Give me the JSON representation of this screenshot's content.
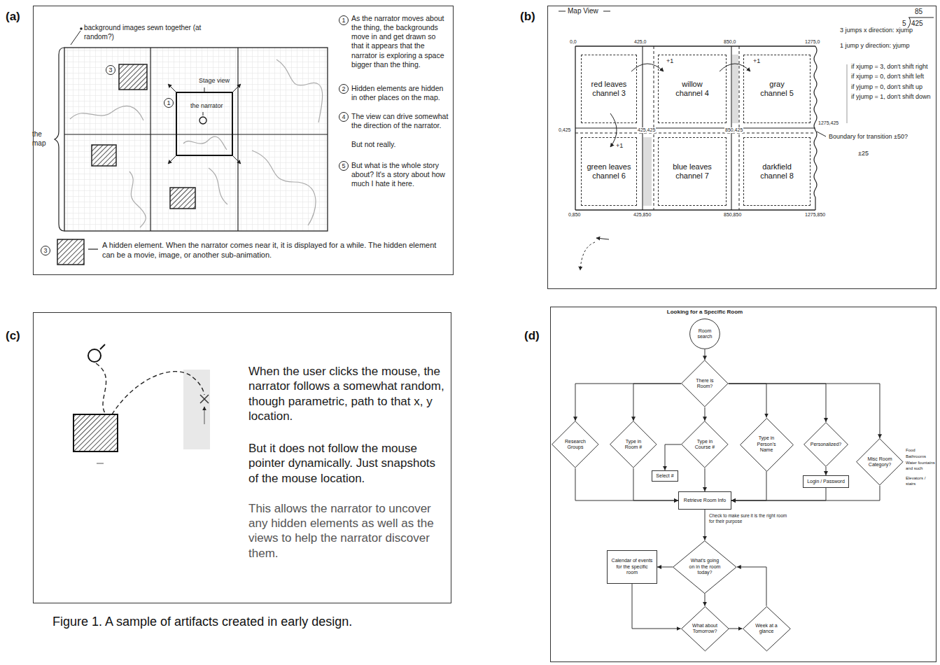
{
  "diagram": {
    "caption": "Figure 1. A sample of artifacts created in early design.",
    "nodes": [
      {
        "text": [
          "(a)"
        ]
      },
      {
        "text": [
          "(b)"
        ]
      },
      {
        "text": [
          "(c)"
        ]
      },
      {
        "text": [
          "(d)"
        ]
      },
      {
        "text": [
          "red leaves",
          "channel 3"
        ],
        "in": 1
      },
      {
        "text": [
          "willow",
          "channel 4"
        ],
        "in": 1
      },
      {
        "text": [
          "gray",
          "channel 5"
        ],
        "in": 1
      },
      {
        "text": [
          "green leaves",
          "channel 6"
        ],
        "in": 1
      },
      {
        "text": [
          "blue leaves",
          "channel 7"
        ],
        "in": 1
      },
      {
        "text": [
          "darkfield",
          "channel 8"
        ],
        "in": 1
      },
      {
        "text": [
          "Room search"
        ],
        "in": 3
      },
      {
        "text": [
          "There is Room?"
        ],
        "in": 3
      },
      {
        "text": [
          "Research Groups"
        ],
        "in": 3
      },
      {
        "text": [
          "Type in Room #"
        ],
        "in": 3
      },
      {
        "text": [
          "Type in Course #"
        ],
        "in": 3
      },
      {
        "text": [
          "Type in Person's Name"
        ],
        "in": 3
      },
      {
        "text": [
          "Personalized?"
        ],
        "in": 3
      },
      {
        "text": [
          "Misc Room Category?"
        ],
        "in": 3
      },
      {
        "text": [
          "Select #"
        ],
        "in": 3
      },
      {
        "text": [
          "Login / Password"
        ],
        "in": 3
      },
      {
        "text": [
          "Retrieve Room Info"
        ],
        "in": 3
      },
      {
        "text": [
          "What's going on in the room today?"
        ],
        "in": 3
      },
      {
        "text": [
          "Calendar of events for the specific room"
        ],
        "in": 3
      },
      {
        "text": [
          "What about Tomorrow?"
        ],
        "in": 3
      },
      {
        "text": [
          "Week at a glance"
        ],
        "in": 3
      }
    ],
    "edges": [
      {
        "from": 10,
        "to": 11,
        "arrow": "to"
      },
      {
        "from": 11,
        "to": 12,
        "arrow": "to"
      },
      {
        "from": 11,
        "to": 13,
        "arrow": "to"
      },
      {
        "from": 11,
        "to": 14,
        "arrow": "to"
      },
      {
        "from": 11,
        "to": 15,
        "arrow": "to"
      },
      {
        "from": 11,
        "to": 16,
        "arrow": "to"
      },
      {
        "from": 11,
        "to": 17,
        "arrow": "to"
      },
      {
        "from": 14,
        "to": 18,
        "arrow": "to"
      },
      {
        "from": 16,
        "to": 19,
        "arrow": "to"
      },
      {
        "from": 12,
        "to": 20,
        "arrow": "to"
      },
      {
        "from": 13,
        "to": 20,
        "arrow": "to"
      },
      {
        "from": 14,
        "to": 20,
        "arrow": "to"
      },
      {
        "from": 15,
        "to": 20,
        "arrow": "to"
      },
      {
        "from": 19,
        "to": 20,
        "arrow": "to"
      },
      {
        "from": 17,
        "to": 20,
        "arrow": "to"
      },
      {
        "from": 20,
        "to": 21,
        "arrow": "to"
      },
      {
        "from": 21,
        "to": 22,
        "arrow": "to"
      },
      {
        "from": 21,
        "to": 23,
        "arrow": "to"
      },
      {
        "from": 23,
        "to": 24,
        "arrow": "to"
      },
      {
        "from": 22,
        "to": 23,
        "arrow": "to"
      },
      {
        "from": 24,
        "to": 21,
        "arrow": "to"
      }
    ],
    "labels": [
      "background images sewn together (at random?)",
      "the map",
      "3",
      "1",
      "Stage view",
      "the narrator",
      "1",
      "As the narrator moves about the thing, the backgrounds move in and get drawn so that it appears that the narrator is exploring a space bigger than the thing.",
      "2",
      "Hidden elements are hidden in other places on the map.",
      "4",
      "The view can drive somewhat the direction of the narrator.",
      "But not really.",
      "5",
      "But what is the whole story about? It's a story about how much I hate it here.",
      "3",
      "A hidden element. When the narrator comes near it, it is displayed for a while. The hidden element can be a movie, image, or another sub-animation.",
      "Map View",
      "85",
      "5",
      "425",
      "0,0",
      "425,0",
      "850,0",
      "1275,0",
      "0,425",
      "425,425",
      "850,425",
      "1275,425",
      "0,850",
      "425,850",
      "850,850",
      "1275,850",
      "+1",
      "+1",
      "+1",
      "3 jumps x direction: xjump",
      "1 jump y direction: yjump",
      "if xjump = 3, don't shift right",
      "if xjump = 0, don't shift left",
      "if yjump = 0, don't shift up",
      "if yjump = 1, don't shift down",
      "Boundary for transition ±50?",
      "±25",
      "When the user clicks the mouse, the narrator follows a somewhat random, though parametric, path to that x, y location.",
      "But it does not follow the mouse pointer dynamically. Just snapshots of the mouse location.",
      "This allows the narrator to uncover any hidden elements as well as the views to help the narrator discover them.",
      "Looking for a Specific Room",
      "Check to make sure it is the right room for their purpose",
      "Food",
      "Bathrooms",
      "Water fountains and such",
      "Elevators / stairs"
    ]
  }
}
